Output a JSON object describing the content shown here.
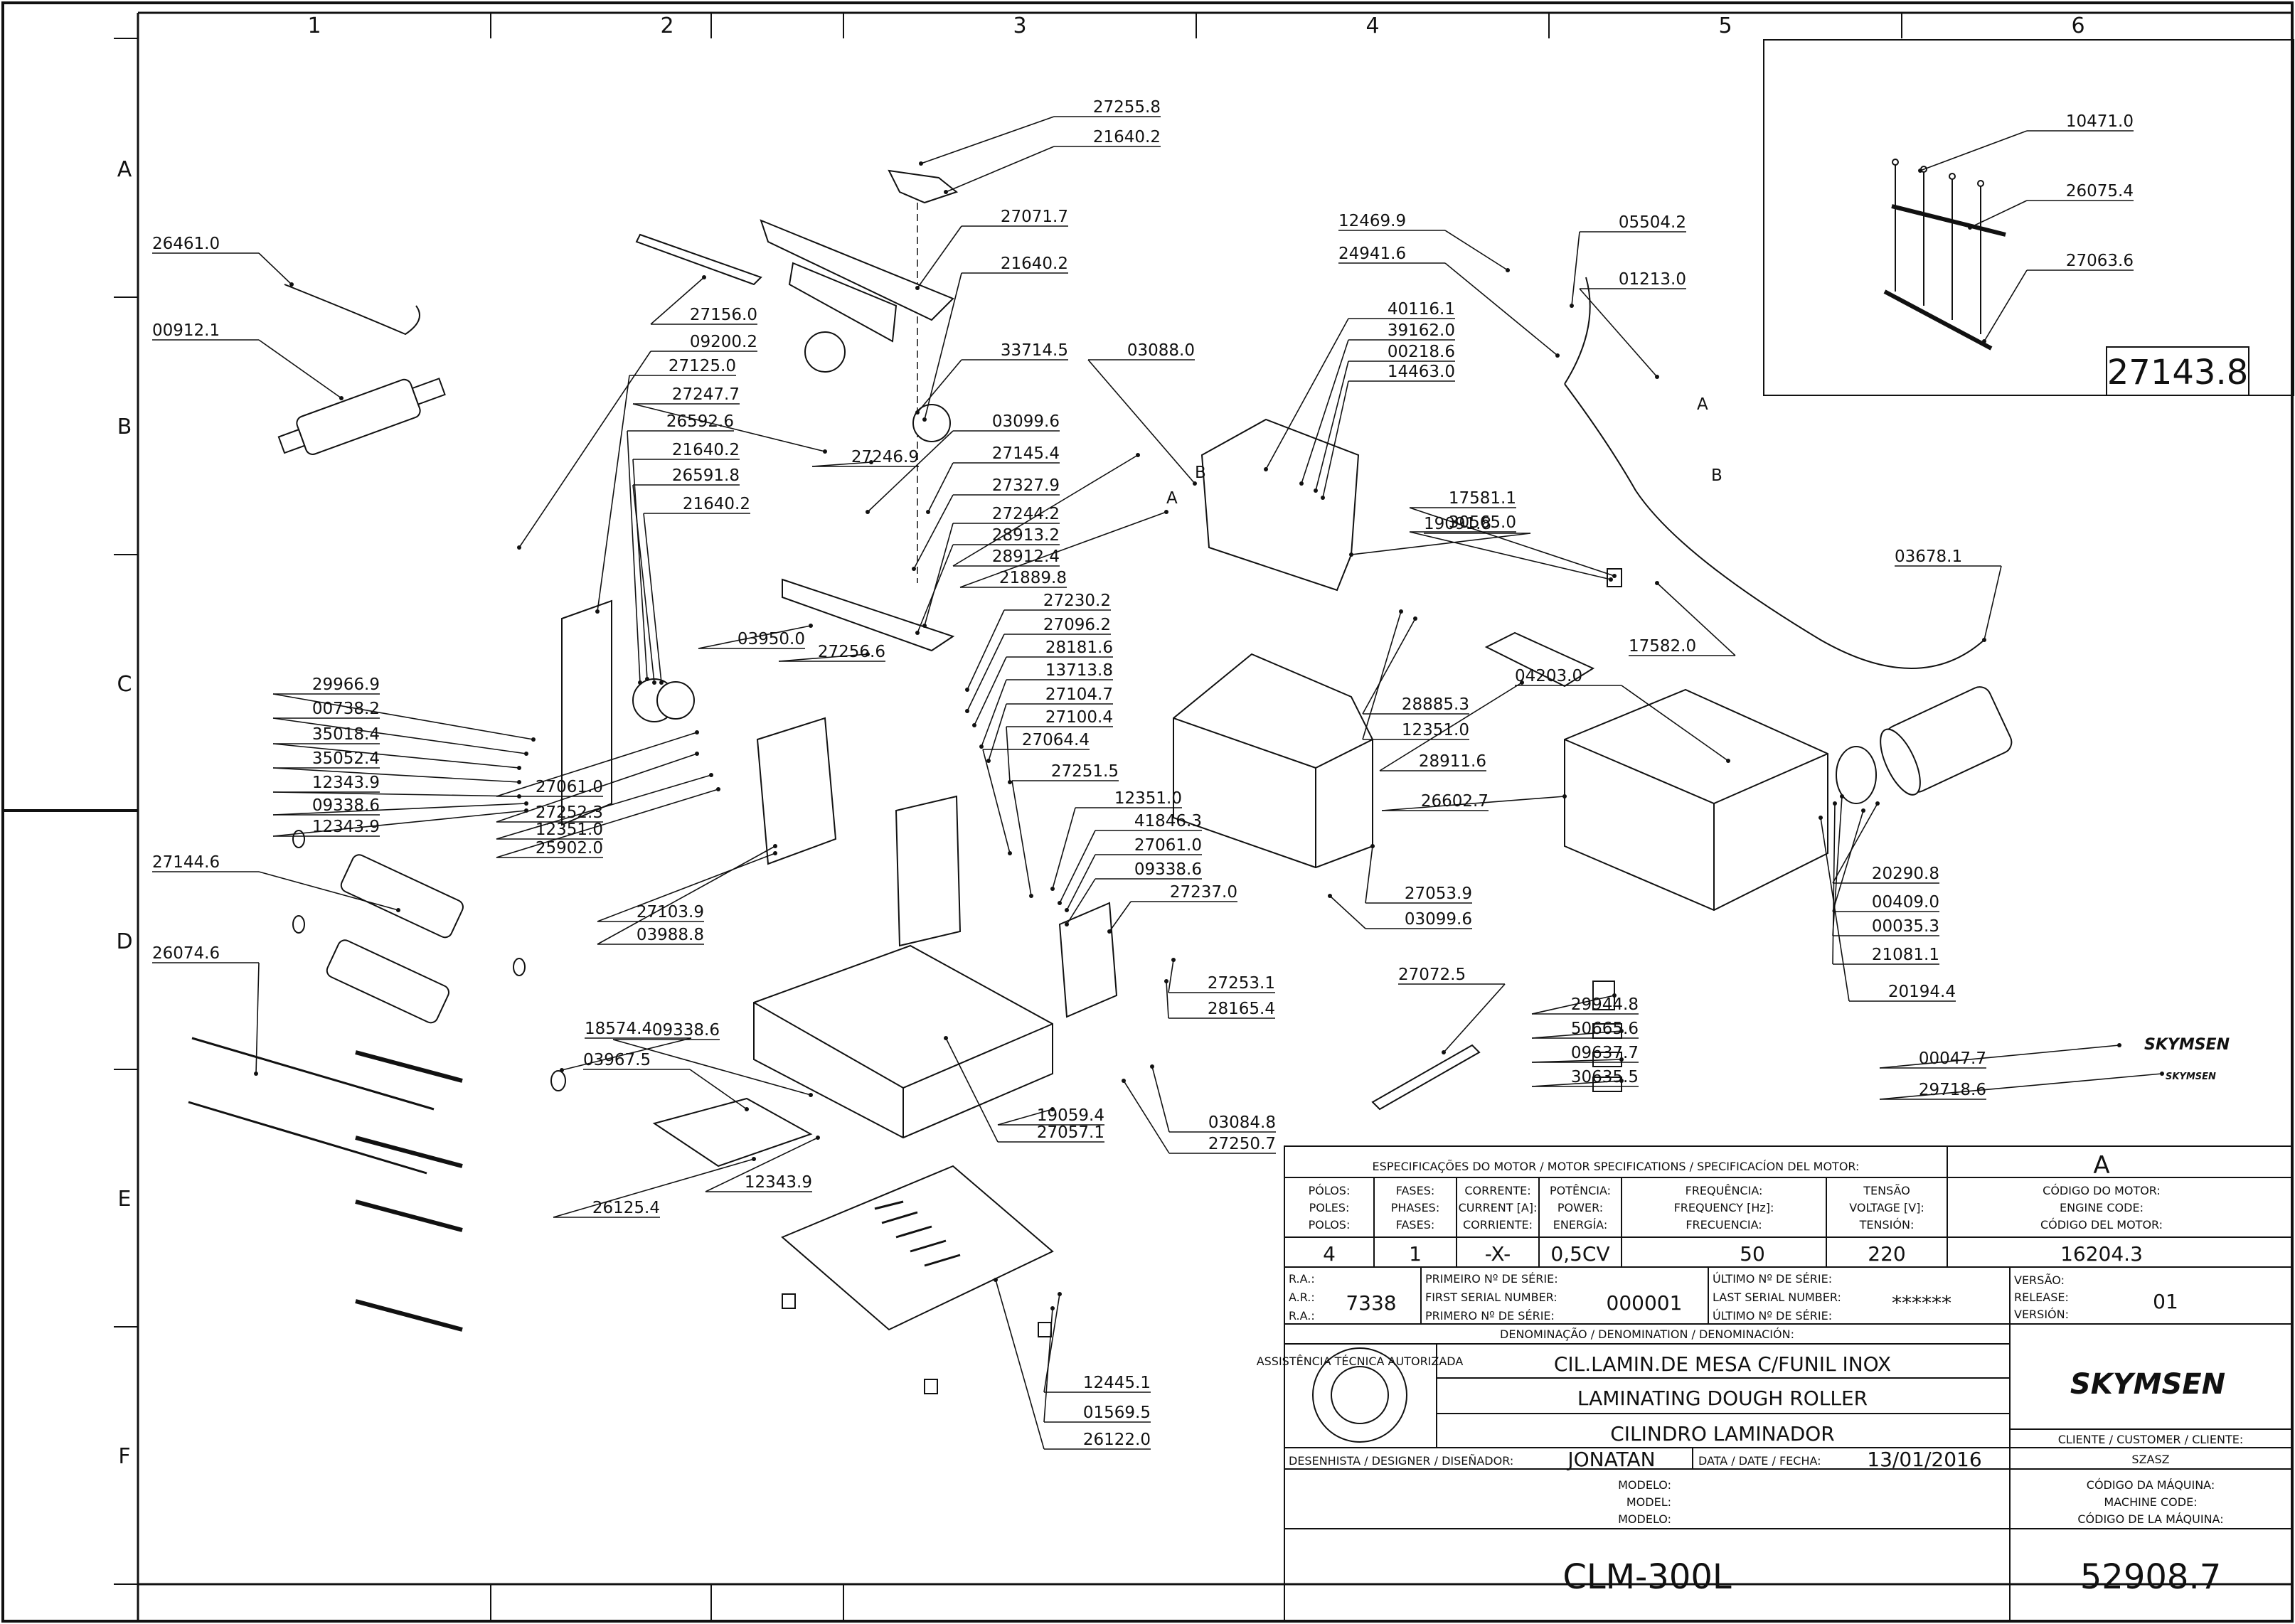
{
  "grid": {
    "columns": [
      "1",
      "2",
      "3",
      "4",
      "5",
      "6"
    ],
    "rows": [
      "A",
      "B",
      "C",
      "D",
      "E",
      "F"
    ]
  },
  "detail": {
    "code": "27143.8"
  },
  "parts": [
    {
      "code": "27255.8"
    },
    {
      "code": "21640.2"
    },
    {
      "code": "27071.7"
    },
    {
      "code": "21640.2"
    },
    {
      "code": "33714.5"
    },
    {
      "code": "26461.0"
    },
    {
      "code": "00912.1"
    },
    {
      "code": "27156.0"
    },
    {
      "code": "09200.2"
    },
    {
      "code": "27125.0"
    },
    {
      "code": "27247.7"
    },
    {
      "code": "26592.6"
    },
    {
      "code": "27246.9"
    },
    {
      "code": "03099.6"
    },
    {
      "code": "21640.2"
    },
    {
      "code": "27145.4"
    },
    {
      "code": "26591.8"
    },
    {
      "code": "27327.9"
    },
    {
      "code": "21640.2"
    },
    {
      "code": "27244.2"
    },
    {
      "code": "28913.2"
    },
    {
      "code": "28912.4"
    },
    {
      "code": "21889.8"
    },
    {
      "code": "03088.0"
    },
    {
      "code": "40116.1"
    },
    {
      "code": "39162.0"
    },
    {
      "code": "00218.6"
    },
    {
      "code": "14463.0"
    },
    {
      "code": "12469.9"
    },
    {
      "code": "24941.6"
    },
    {
      "code": "05504.2"
    },
    {
      "code": "01213.0"
    },
    {
      "code": "10471.0"
    },
    {
      "code": "26075.4"
    },
    {
      "code": "27063.6"
    },
    {
      "code": "19091.8"
    },
    {
      "code": "17581.1"
    },
    {
      "code": "30565.0"
    },
    {
      "code": "03678.1"
    },
    {
      "code": "17582.0"
    },
    {
      "code": "04203.0"
    },
    {
      "code": "03950.0"
    },
    {
      "code": "27230.2"
    },
    {
      "code": "27096.2"
    },
    {
      "code": "27256.6"
    },
    {
      "code": "28181.6"
    },
    {
      "code": "13713.8"
    },
    {
      "code": "27104.7"
    },
    {
      "code": "27100.4"
    },
    {
      "code": "29966.9"
    },
    {
      "code": "00738.2"
    },
    {
      "code": "35018.4"
    },
    {
      "code": "35052.4"
    },
    {
      "code": "12343.9"
    },
    {
      "code": "09338.6"
    },
    {
      "code": "12343.9"
    },
    {
      "code": "27061.0"
    },
    {
      "code": "27252.3"
    },
    {
      "code": "12351.0"
    },
    {
      "code": "25902.0"
    },
    {
      "code": "27064.4"
    },
    {
      "code": "27251.5"
    },
    {
      "code": "12351.0"
    },
    {
      "code": "41846.3"
    },
    {
      "code": "27061.0"
    },
    {
      "code": "09338.6"
    },
    {
      "code": "27237.0"
    },
    {
      "code": "28885.3"
    },
    {
      "code": "12351.0"
    },
    {
      "code": "28911.6"
    },
    {
      "code": "26602.7"
    },
    {
      "code": "20290.8"
    },
    {
      "code": "00409.0"
    },
    {
      "code": "00035.3"
    },
    {
      "code": "21081.1"
    },
    {
      "code": "20194.4"
    },
    {
      "code": "27144.6"
    },
    {
      "code": "27103.9"
    },
    {
      "code": "03988.8"
    },
    {
      "code": "27053.9"
    },
    {
      "code": "03099.6"
    },
    {
      "code": "26074.6"
    },
    {
      "code": "27253.1"
    },
    {
      "code": "28165.4"
    },
    {
      "code": "27072.5"
    },
    {
      "code": "29944.8"
    },
    {
      "code": "50665.6"
    },
    {
      "code": "09637.7"
    },
    {
      "code": "30635.5"
    },
    {
      "code": "00047.7"
    },
    {
      "code": "29718.6"
    },
    {
      "code": "18574.4"
    },
    {
      "code": "09338.6"
    },
    {
      "code": "03967.5"
    },
    {
      "code": "19059.4"
    },
    {
      "code": "27057.1"
    },
    {
      "code": "03084.8"
    },
    {
      "code": "27250.7"
    },
    {
      "code": "12343.9"
    },
    {
      "code": "26125.4"
    },
    {
      "code": "12445.1"
    },
    {
      "code": "01569.5"
    },
    {
      "code": "26122.0"
    }
  ],
  "motor": {
    "heading": "ESPECIFICAÇÕES DO MOTOR / MOTOR SPECIFICATIONS / SPECIFICACÍON DEL MOTOR:",
    "revision": "A",
    "poles_label": [
      "PÓLOS:",
      "POLES:",
      "POLOS:"
    ],
    "poles": "4",
    "phases_label": [
      "FASES:",
      "PHASES:",
      "FASES:"
    ],
    "phases": "1",
    "current_label": [
      "CORRENTE:",
      "CURRENT [A]:",
      "CORRIENTE:"
    ],
    "current": "-X-",
    "power_label": [
      "POTÊNCIA:",
      "POWER:",
      "ENERGÍA:"
    ],
    "power": "0,5CV",
    "frequency_label": [
      "FREQUÊNCIA:",
      "FREQUENCY [Hz]:",
      "FRECUENCIA:"
    ],
    "frequency": "50",
    "voltage_label": [
      "TENSÃO",
      "VOLTAGE [V]:",
      "TENSIÓN:"
    ],
    "voltage": "220",
    "code_label": [
      "CÓDIGO DO MOTOR:",
      "ENGINE CODE:",
      "CÓDIGO DEL MOTOR:"
    ],
    "code": "16204.3"
  },
  "title_block": {
    "ra_label": [
      "R.A.:",
      "A.R.:",
      "R.A.:"
    ],
    "ra": "7338",
    "first_serial_label": [
      "PRIMEIRO Nº DE SÉRIE:",
      "FIRST SERIAL NUMBER:",
      "PRIMERO Nº DE SÉRIE:"
    ],
    "first_serial": "000001",
    "last_serial_label": [
      "ÚLTIMO Nº DE SÉRIE:",
      "LAST SERIAL NUMBER:",
      "ÚLTIMO Nº DE SÉRIE:"
    ],
    "last_serial": "******",
    "version_label": [
      "VERSÃO:",
      "RELEASE:",
      "VERSIÓN:"
    ],
    "version": "01",
    "denomination_label": "DENOMINAÇÃO / DENOMINATION / DENOMINACIÓN:",
    "names": [
      "CIL.LAMIN.DE MESA C/FUNIL INOX",
      "LAMINATING DOUGH ROLLER",
      "CILINDRO LAMINADOR"
    ],
    "brand": "SKYMSEN",
    "client_label": "CLIENTE / CUSTOMER / CLIENTE:",
    "client": "SZASZ",
    "seal_text": "ASSISTÊNCIA TÉCNICA AUTORIZADA",
    "designer_label": "DESENHISTA / DESIGNER / DISEÑADOR:",
    "designer": "JONATAN",
    "date_label": "DATA / DATE / FECHA:",
    "date": "13/01/2016",
    "model_label": [
      "MODELO:",
      "MODEL:",
      "MODELO:"
    ],
    "machine_code_label": [
      "CÓDIGO DA MÁQUINA:",
      "MACHINE CODE:",
      "CÓDIGO DE LA MÁQUINA:"
    ],
    "model": "CLM-300L",
    "machine_code": "52908.7"
  },
  "sticker_brand": "SKYMSEN",
  "callouts": [
    "A",
    "B",
    "A",
    "B"
  ]
}
